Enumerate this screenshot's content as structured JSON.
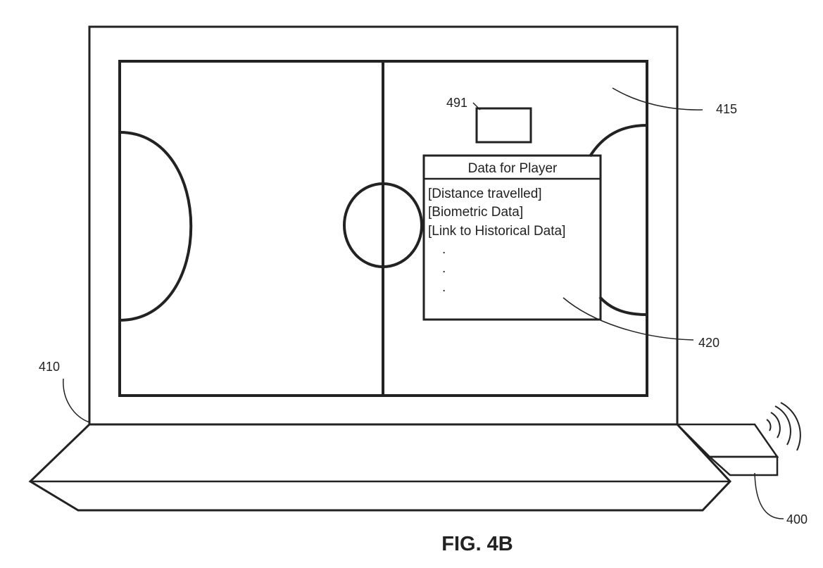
{
  "figure": {
    "title": "FIG. 4B"
  },
  "reference_labels": {
    "device": "400",
    "laptop": "410",
    "field_display": "415",
    "data_panel": "420",
    "marker": "491"
  },
  "data_panel": {
    "header": "Data for Player",
    "items": [
      "[Distance travelled]",
      "[Biometric Data]",
      "[Link to Historical Data]"
    ],
    "continuation": [
      ".",
      ".",
      "."
    ]
  },
  "colors": {
    "line": "#222222",
    "background": "#ffffff"
  }
}
